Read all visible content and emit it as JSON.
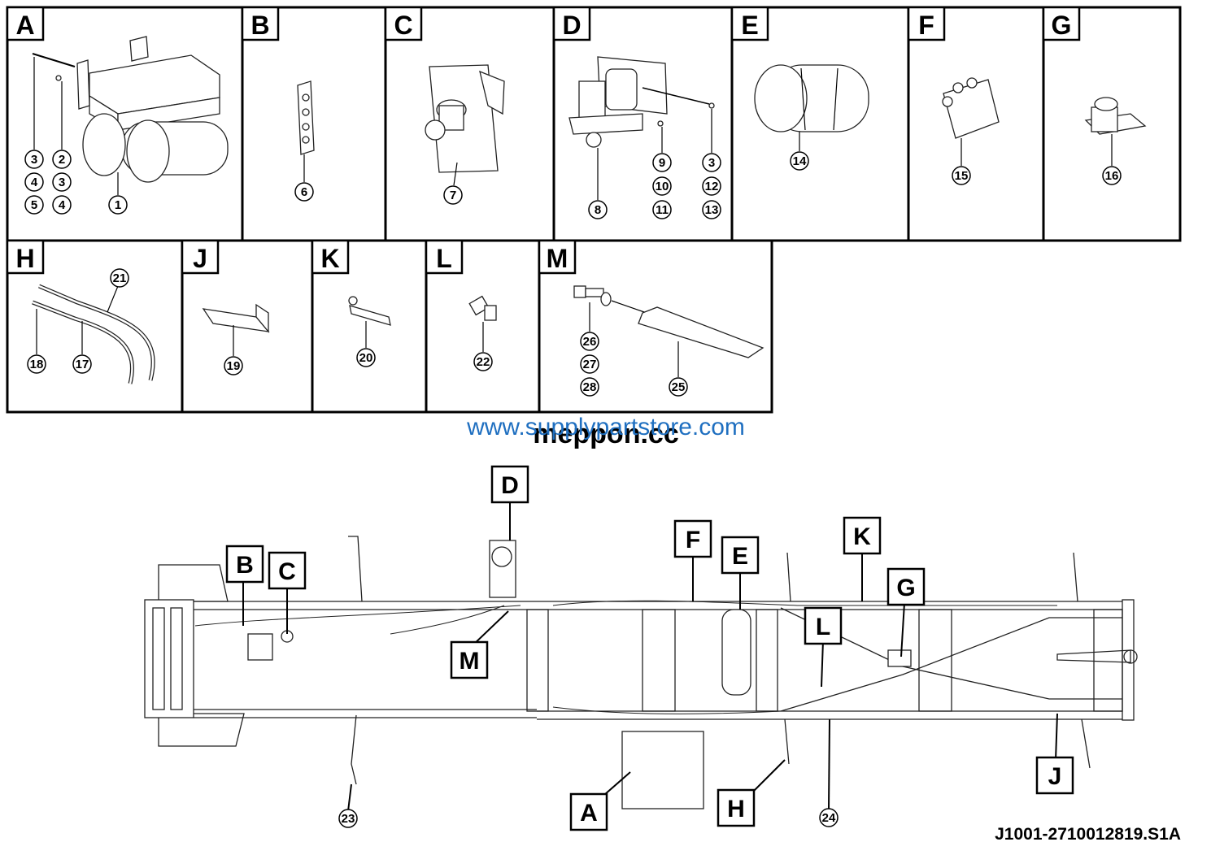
{
  "panels": [
    {
      "letter": "A",
      "callouts": [
        "3",
        "4",
        "5",
        "2",
        "3",
        "4",
        "1"
      ]
    },
    {
      "letter": "B",
      "callouts": [
        "6"
      ]
    },
    {
      "letter": "C",
      "callouts": [
        "7"
      ]
    },
    {
      "letter": "D",
      "callouts": [
        "8",
        "9",
        "10",
        "11",
        "3",
        "12",
        "13"
      ]
    },
    {
      "letter": "E",
      "callouts": [
        "14"
      ]
    },
    {
      "letter": "F",
      "callouts": [
        "15"
      ]
    },
    {
      "letter": "G",
      "callouts": [
        "16"
      ]
    },
    {
      "letter": "H",
      "callouts": [
        "21",
        "18",
        "17"
      ]
    },
    {
      "letter": "J",
      "callouts": [
        "19"
      ]
    },
    {
      "letter": "K",
      "callouts": [
        "20"
      ]
    },
    {
      "letter": "L",
      "callouts": [
        "22"
      ]
    },
    {
      "letter": "M",
      "callouts": [
        "26",
        "27",
        "28",
        "25"
      ]
    }
  ],
  "watermark": {
    "url": "www.supplypartstore.com",
    "brand": "meppon.cc"
  },
  "chassis_labels": [
    "D",
    "F",
    "E",
    "K",
    "B",
    "C",
    "G",
    "L",
    "M",
    "A",
    "H",
    "J"
  ],
  "chassis_callouts": [
    "23",
    "24"
  ],
  "doc_number": "J1001-2710012819.S1A",
  "colors": {
    "line": "#000000",
    "watermark": "#1f6fc0"
  }
}
